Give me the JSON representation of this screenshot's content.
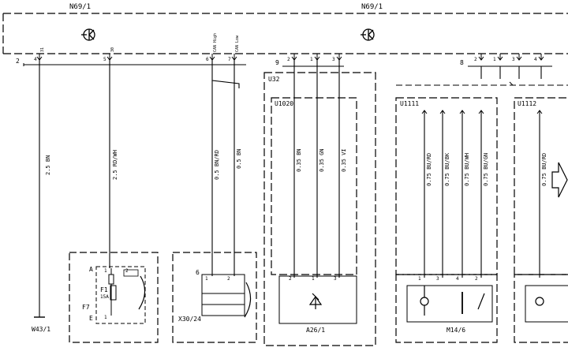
{
  "header": {
    "module_left": "N69/1",
    "module_right": "N69/1"
  },
  "connectors": {
    "c2": "2",
    "c9": "9",
    "c8": "8",
    "c2_pins": [
      "4",
      "5",
      "6",
      "7"
    ],
    "c2_pin_tags": [
      "31",
      "30",
      "CAN High",
      "CAN Low"
    ],
    "c9_pins": [
      "2",
      "1",
      "3"
    ],
    "c8_pins": [
      "2",
      "1",
      "3",
      "4"
    ]
  },
  "wires": {
    "w1": "2.5 BN",
    "w2": "2.5 RD/WH",
    "w3": "0.5 BN/RD",
    "w4": "0.5 BN",
    "w5": "0.35 BN",
    "w6": "0.35 GN",
    "w7": "0.35 VI",
    "w8": "0.75 BU/RD",
    "w9": "0.75 BU/BK",
    "w10": "0.75 BU/WH",
    "w11": "0.75 BU/GN",
    "w12": "0.75 BU/RD"
  },
  "blocks": {
    "u32": "U32",
    "u1020": "U1020",
    "u1111": "U1111",
    "u1112": "U1112"
  },
  "components": {
    "ground": "W43/1",
    "fuse_box": "F7",
    "fuse": "F1",
    "fuse_rating": "15A",
    "fuse_pin_a": "A",
    "fuse_pin_e": "E",
    "can_connector": "X30/24",
    "can_connector_pin": "6",
    "antenna": "A26/1",
    "motor": "M14/6"
  },
  "bottom_pins": {
    "fuse": [
      "1",
      "2"
    ],
    "fuse_lower": [
      "1"
    ],
    "can": [
      "1",
      "2"
    ],
    "antenna": [
      "2",
      "1",
      "3"
    ],
    "motor": [
      "1",
      "3",
      "4",
      "2"
    ]
  }
}
